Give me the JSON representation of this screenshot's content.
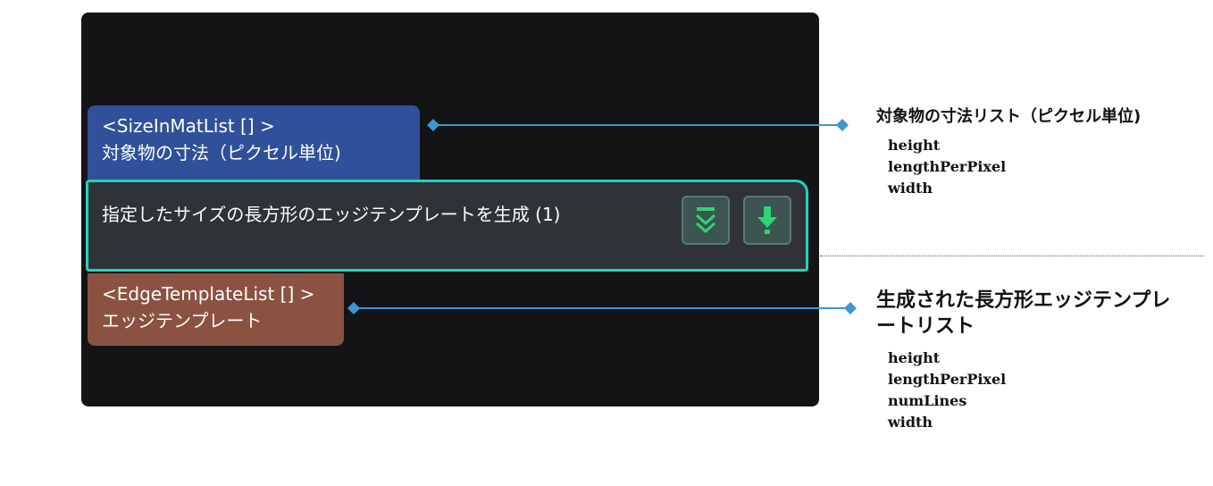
{
  "input_port": {
    "type_label": "<SizeInMatList [] >",
    "name": "対象物の寸法（ピクセル単位)"
  },
  "step": {
    "title": "指定したサイズの長方形のエッジテンプレートを生成 (1)",
    "buttons": [
      {
        "icon": "chevron-double-down-icon"
      },
      {
        "icon": "download-arrow-icon"
      }
    ]
  },
  "output_port": {
    "type_label": "<EdgeTemplateList [] >",
    "name": "エッジテンプレート"
  },
  "input_description": {
    "title": "対象物の寸法リスト（ピクセル単位)",
    "fields": [
      "height",
      "lengthPerPixel",
      "width"
    ]
  },
  "output_description": {
    "title": "生成された長方形エッジテンプレートリスト",
    "fields": [
      "height",
      "lengthPerPixel",
      "numLines",
      "width"
    ]
  },
  "colors": {
    "canvas": "#141416",
    "input_port": "#30509a",
    "output_port": "#8b5242",
    "node_border": "#21d4bf",
    "connector": "#3f96d2"
  }
}
